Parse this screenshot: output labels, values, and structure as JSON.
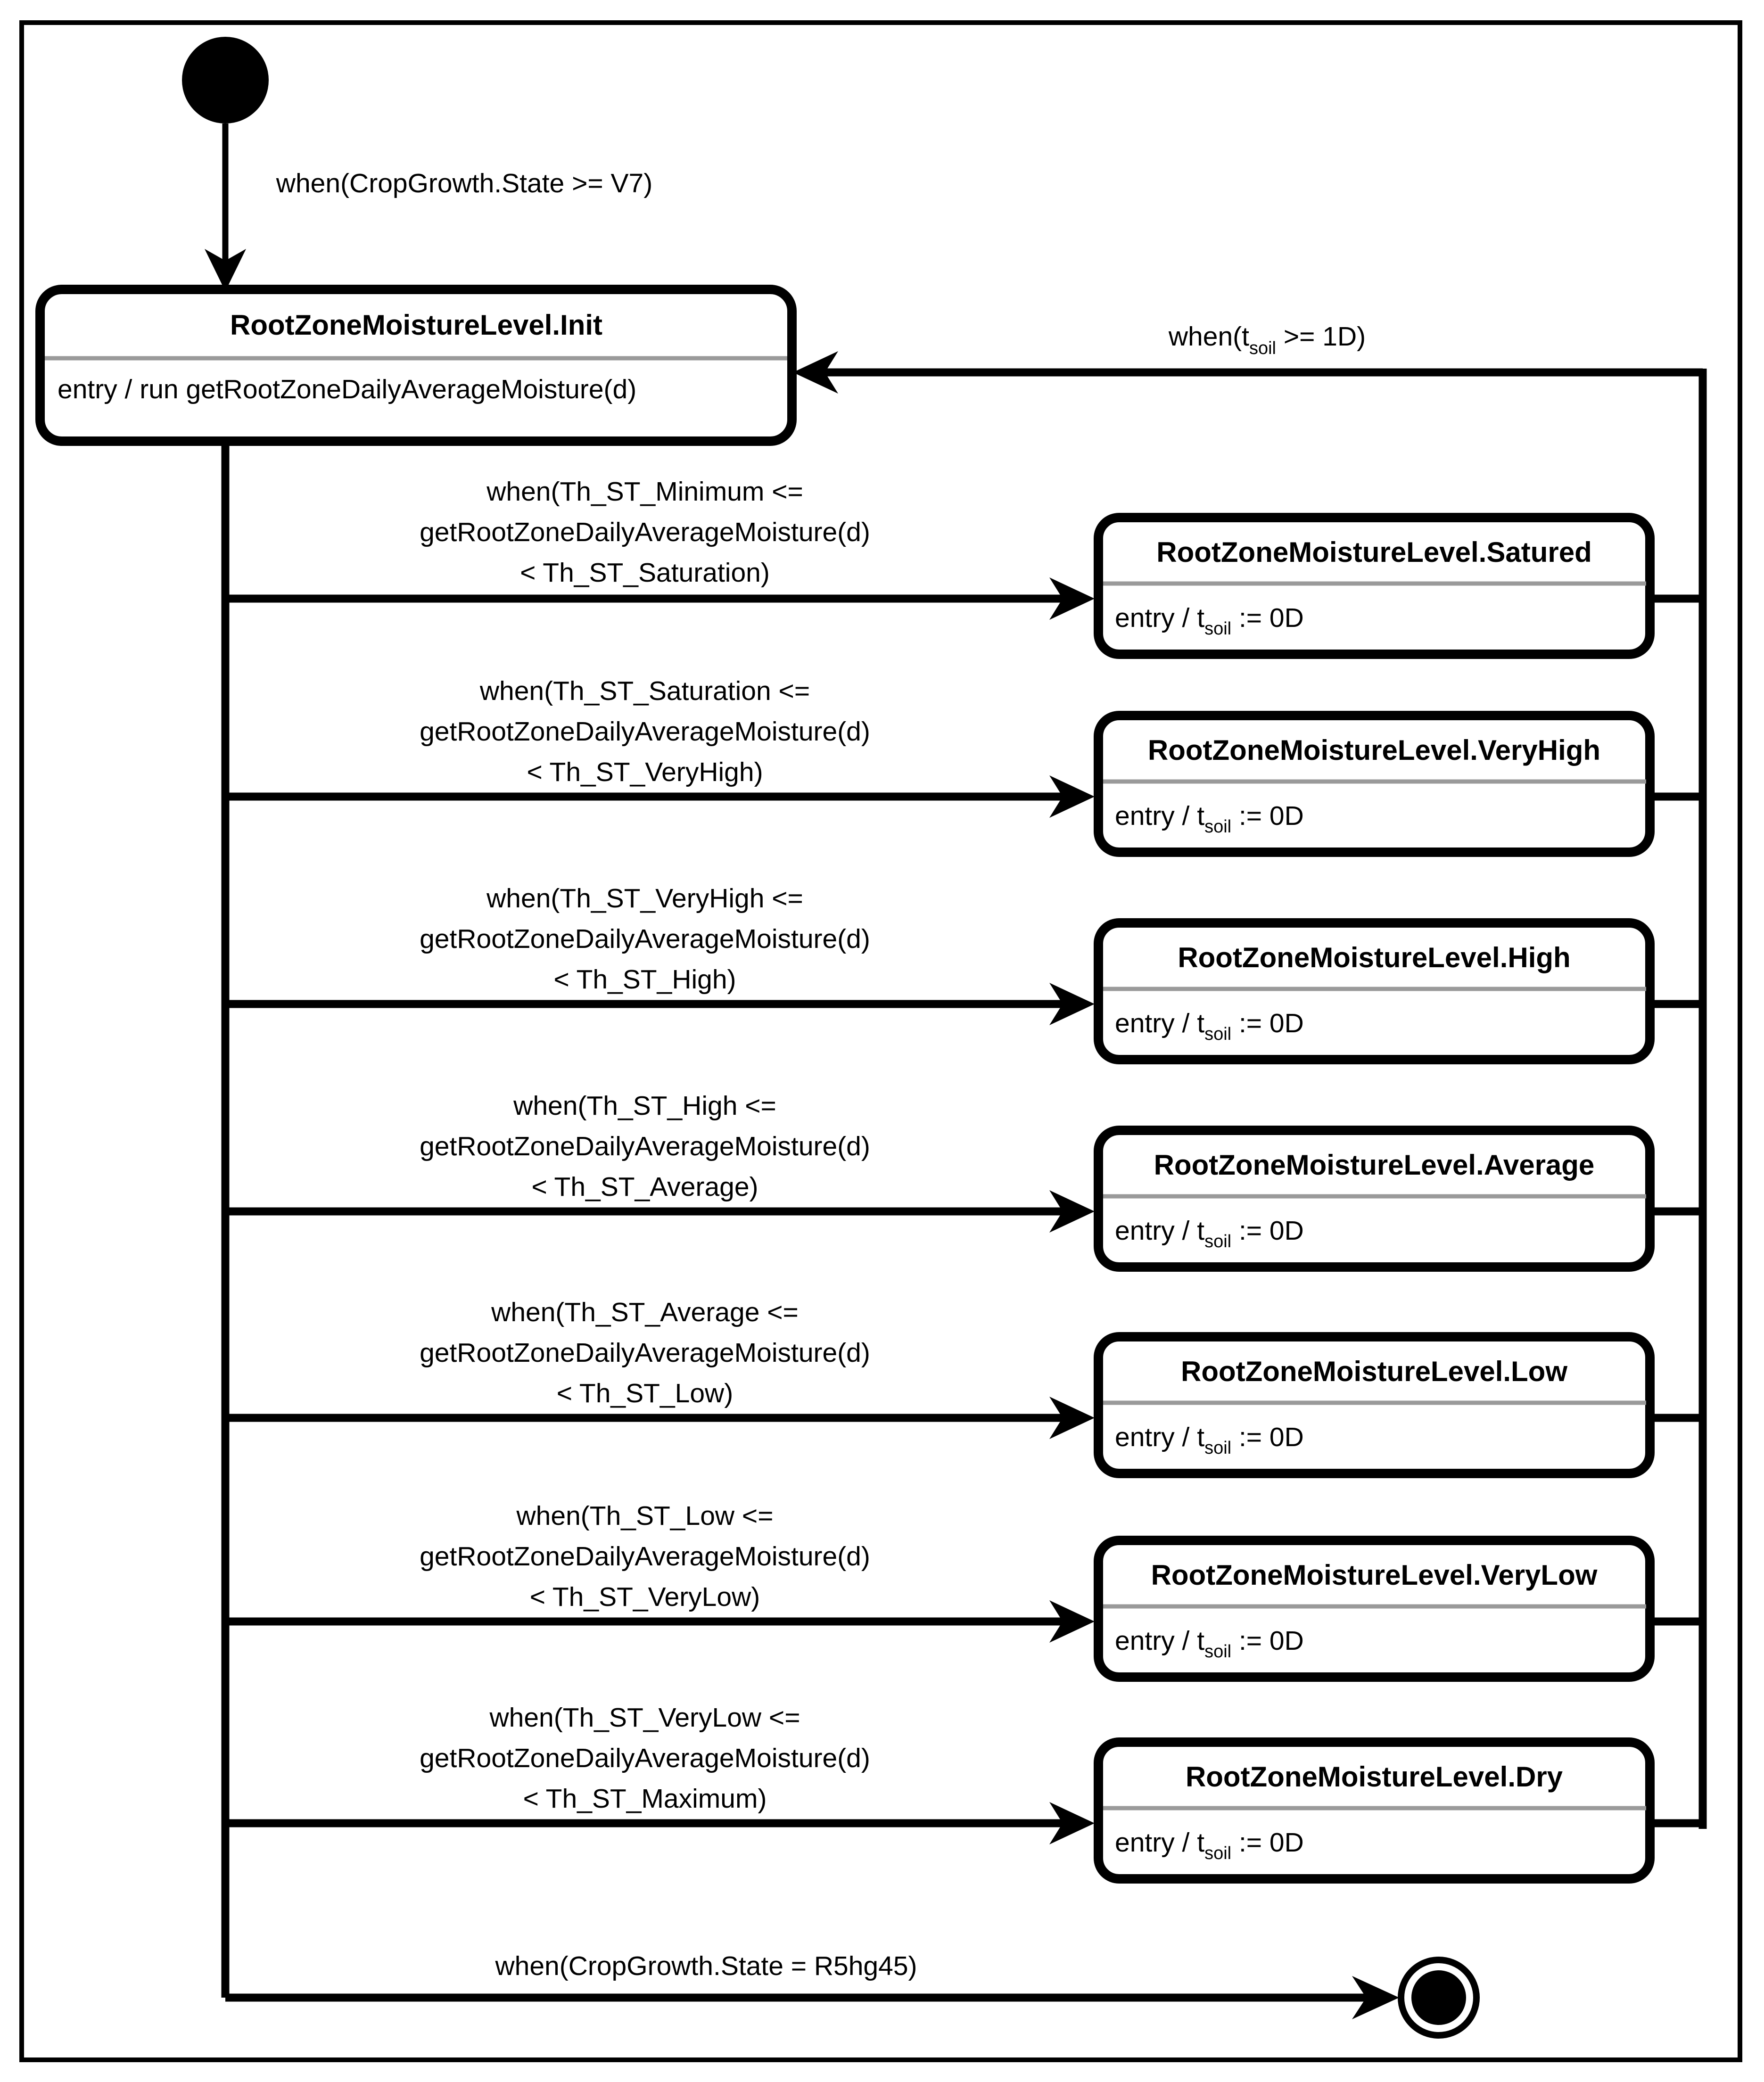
{
  "diagram": {
    "type": "uml-state-machine",
    "title": "RootZoneMoistureLevel state machine",
    "initial_node": "initial-state",
    "final_node": "final-state"
  },
  "initial_transition": {
    "label": "when(CropGrowth.State >= V7)"
  },
  "init_state": {
    "title": "RootZoneMoistureLevel.Init",
    "body": "entry / run getRootZoneDailyAverageMoisture(d)"
  },
  "return_transition": {
    "label_pre": "when(t",
    "label_sub": "soil",
    "label_post": " >= 1D)"
  },
  "final_transition": {
    "label": "when(CropGrowth.State = R5hg45)"
  },
  "entry_action": {
    "pre": "entry / t",
    "sub": "soil",
    "post": " := 0D"
  },
  "branches": [
    {
      "guard_line1": "when(Th_ST_Minimum <=",
      "guard_line2": "getRootZoneDailyAverageMoisture(d)",
      "guard_line3": "< Th_ST_Saturation)",
      "state_title": "RootZoneMoistureLevel.Satured"
    },
    {
      "guard_line1": "when(Th_ST_Saturation <=",
      "guard_line2": "getRootZoneDailyAverageMoisture(d)",
      "guard_line3": "< Th_ST_VeryHigh)",
      "state_title": "RootZoneMoistureLevel.VeryHigh"
    },
    {
      "guard_line1": "when(Th_ST_VeryHigh <=",
      "guard_line2": "getRootZoneDailyAverageMoisture(d)",
      "guard_line3": "< Th_ST_High)",
      "state_title": "RootZoneMoistureLevel.High"
    },
    {
      "guard_line1": "when(Th_ST_High <=",
      "guard_line2": "getRootZoneDailyAverageMoisture(d)",
      "guard_line3": "< Th_ST_Average)",
      "state_title": "RootZoneMoistureLevel.Average"
    },
    {
      "guard_line1": "when(Th_ST_Average <=",
      "guard_line2": "getRootZoneDailyAverageMoisture(d)",
      "guard_line3": "< Th_ST_Low)",
      "state_title": "RootZoneMoistureLevel.Low"
    },
    {
      "guard_line1": "when(Th_ST_Low <=",
      "guard_line2": "getRootZoneDailyAverageMoisture(d)",
      "guard_line3": "< Th_ST_VeryLow)",
      "state_title": "RootZoneMoistureLevel.VeryLow"
    },
    {
      "guard_line1": "when(Th_ST_VeryLow <=",
      "guard_line2": "getRootZoneDailyAverageMoisture(d)",
      "guard_line3": "< Th_ST_Maximum)",
      "state_title": "RootZoneMoistureLevel.Dry"
    }
  ],
  "colors": {
    "stroke": "#000000",
    "divider": "#9a9a9a",
    "background": "#ffffff"
  }
}
